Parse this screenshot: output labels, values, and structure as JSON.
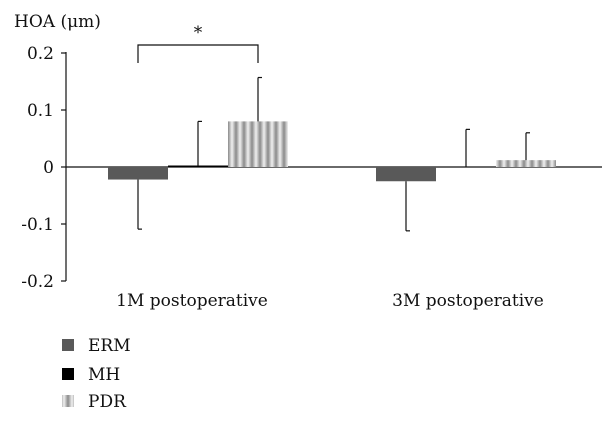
{
  "chart_data": {
    "type": "bar",
    "ylabel": "HOA (μm)",
    "ylim": [
      -0.2,
      0.2
    ],
    "yticks": [
      {
        "value": 0.2,
        "label": "0.2"
      },
      {
        "value": 0.1,
        "label": "0.1"
      },
      {
        "value": 0,
        "label": "0"
      },
      {
        "value": -0.1,
        "label": "-0.1"
      },
      {
        "value": -0.2,
        "label": "-0.2"
      }
    ],
    "categories": [
      "1M postoperative",
      "3M postoperative"
    ],
    "series": [
      {
        "name": "ERM",
        "color": "#595959",
        "values": [
          -0.022,
          -0.025
        ],
        "errors": [
          0.087,
          0.087
        ]
      },
      {
        "name": "MH",
        "color": "#000000",
        "values": [
          0.002,
          0.0
        ],
        "errors": [
          0.078,
          0.066
        ]
      },
      {
        "name": "PDR",
        "color": "#a8a8a8",
        "values": [
          0.08,
          0.012
        ],
        "errors": [
          0.077,
          0.048
        ]
      }
    ],
    "grid": false,
    "legend": "bottom-left",
    "annotations": [
      {
        "text": "*",
        "between": [
          "ERM",
          "PDR"
        ],
        "category": "1M postoperative"
      }
    ]
  }
}
